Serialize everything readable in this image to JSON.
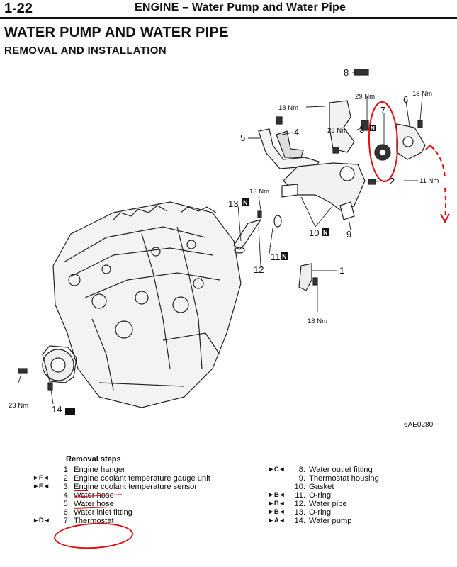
{
  "header": {
    "page_number": "1-22",
    "section_title": "ENGINE – Water Pump and Water Pipe"
  },
  "title": "WATER PUMP AND WATER PIPE",
  "subtitle": "REMOVAL AND INSTALLATION",
  "figure": {
    "code": "6AE0280",
    "part_labels": {
      "p1": "1",
      "p2": "2",
      "p4": "4",
      "p5": "5",
      "p6": "6",
      "p7": "7",
      "p8": "8",
      "p9": "9",
      "p10": "10",
      "p11": "11",
      "p12": "12",
      "p13": "13",
      "p14": "14"
    },
    "n_marker": "N",
    "torques": {
      "t18a": "18 Nm",
      "t29": "29 Nm",
      "t18b": "18 Nm",
      "t23a": "23 Nm",
      "t11a": "11 Nm",
      "t13": "13 Nm",
      "t18c": "18 Nm",
      "t23b": "23 Nm"
    },
    "annotation_colors": {
      "red_markup": "#e01010"
    }
  },
  "removal_steps": {
    "heading": "Removal steps",
    "left": [
      {
        "marker": "",
        "num": "1.",
        "text": "Engine hanger"
      },
      {
        "marker": "►F◄",
        "num": "2.",
        "text": "Engine coolant temperature gauge unit"
      },
      {
        "marker": "►E◄",
        "num": "3.",
        "text": "Engine coolant temperature sensor"
      },
      {
        "marker": "",
        "num": "4.",
        "text": "Water hose"
      },
      {
        "marker": "",
        "num": "5.",
        "text": "Water hose"
      },
      {
        "marker": "",
        "num": "6.",
        "text": "Water inlet fitting"
      },
      {
        "marker": "►D◄",
        "num": "7.",
        "text": "Thermostat"
      }
    ],
    "right": [
      {
        "marker": "►C◄",
        "num": "8.",
        "text": "Water outlet fitting"
      },
      {
        "marker": "",
        "num": "9.",
        "text": "Thermostat housing"
      },
      {
        "marker": "",
        "num": "10.",
        "text": "Gasket"
      },
      {
        "marker": "►B◄",
        "num": "11.",
        "text": "O-ring"
      },
      {
        "marker": "►B◄",
        "num": "12.",
        "text": "Water pipe"
      },
      {
        "marker": "►B◄",
        "num": "13.",
        "text": "O-ring"
      },
      {
        "marker": "►A◄",
        "num": "14.",
        "text": "Water pump"
      }
    ]
  }
}
